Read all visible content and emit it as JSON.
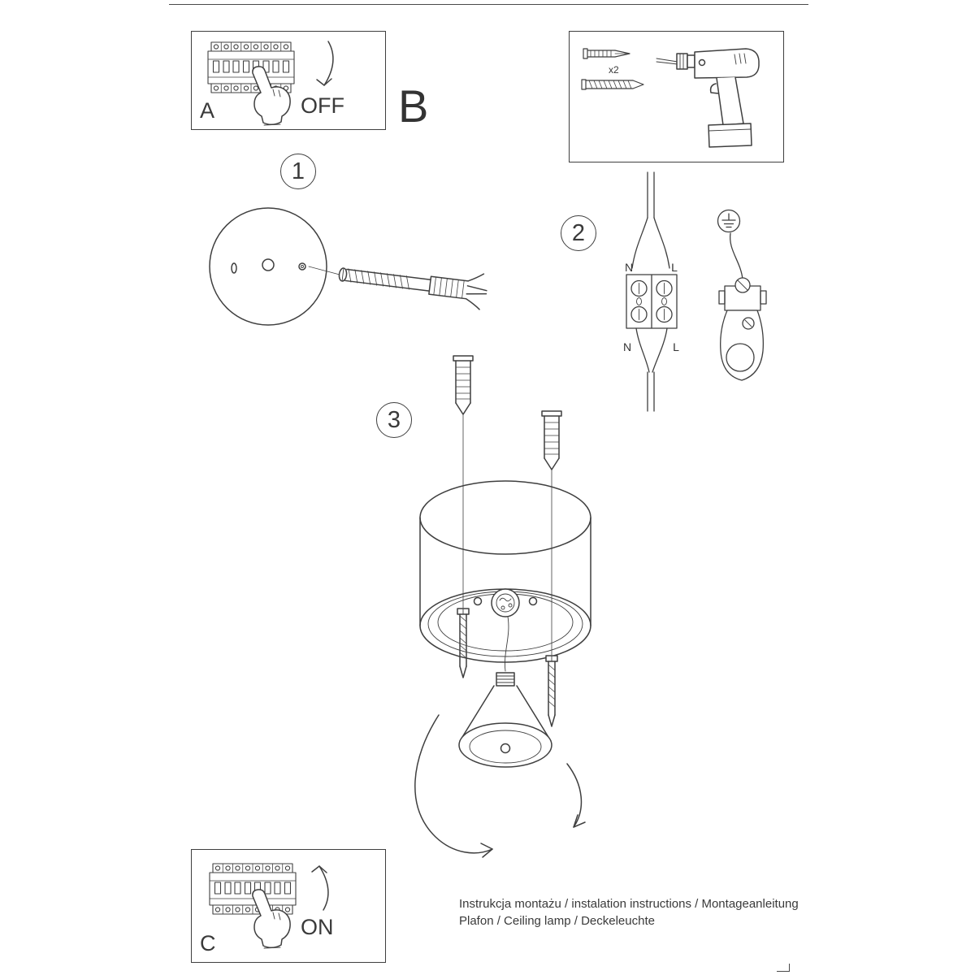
{
  "sheet": {
    "step_a": {
      "label": "A",
      "action": "OFF"
    },
    "step_b": {
      "label": "B"
    },
    "step_c": {
      "label": "C",
      "action": "ON"
    },
    "steps": {
      "one": "1",
      "two": "2",
      "three": "3"
    },
    "tools": {
      "dowel_count": "x2"
    },
    "wiring": {
      "n_top": "N",
      "l_top": "L",
      "n_bottom": "N",
      "l_bottom": "L"
    },
    "footer": {
      "line1": "Instrukcja montażu / instalation instructions / Montageanleitung",
      "line2": "Plafon / Ceiling lamp / Deckeleuchte"
    },
    "colors": {
      "ink": "#3f3f3f",
      "paper": "#ffffff"
    }
  }
}
